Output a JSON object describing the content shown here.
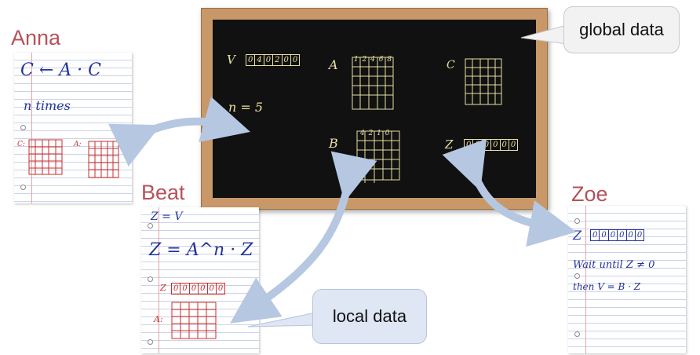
{
  "callouts": {
    "global": "global data",
    "local": "local data"
  },
  "blackboard": {
    "v_label": "V",
    "v_cells": [
      "0",
      "4",
      "0",
      "2",
      "0",
      "0"
    ],
    "n_label": "n = 5",
    "a_label": "A",
    "a_header": "1 2 4 6 8",
    "c_label": "C",
    "b_label": "B",
    "b_header": "4 2 1 0",
    "z_label": "Z",
    "z_cells": [
      "0",
      "0",
      "0",
      "0",
      "0",
      "0"
    ]
  },
  "anna": {
    "name": "Anna",
    "formula": "C ← A · C",
    "times": "n times",
    "c_label": "C:",
    "a_label": "A:"
  },
  "beat": {
    "name": "Beat",
    "line1": "Z = V",
    "line2": "Z = A^n · Z",
    "z_label": "Z",
    "z_cells": [
      "0",
      "0",
      "0",
      "0",
      "0",
      "0"
    ],
    "a_label": "A:"
  },
  "zoe": {
    "name": "Zoe",
    "z_label": "Z",
    "z_cells": [
      "0",
      "0",
      "0",
      "0",
      "0",
      "0"
    ],
    "wait": "Wait until Z ≠ 0",
    "then": "then   V = B · Z"
  },
  "colors": {
    "arrow": "#b6c7e2",
    "person": "#b5525a",
    "chalk": "#e8e0a0",
    "board": "#111111",
    "frame": "#c89868"
  }
}
